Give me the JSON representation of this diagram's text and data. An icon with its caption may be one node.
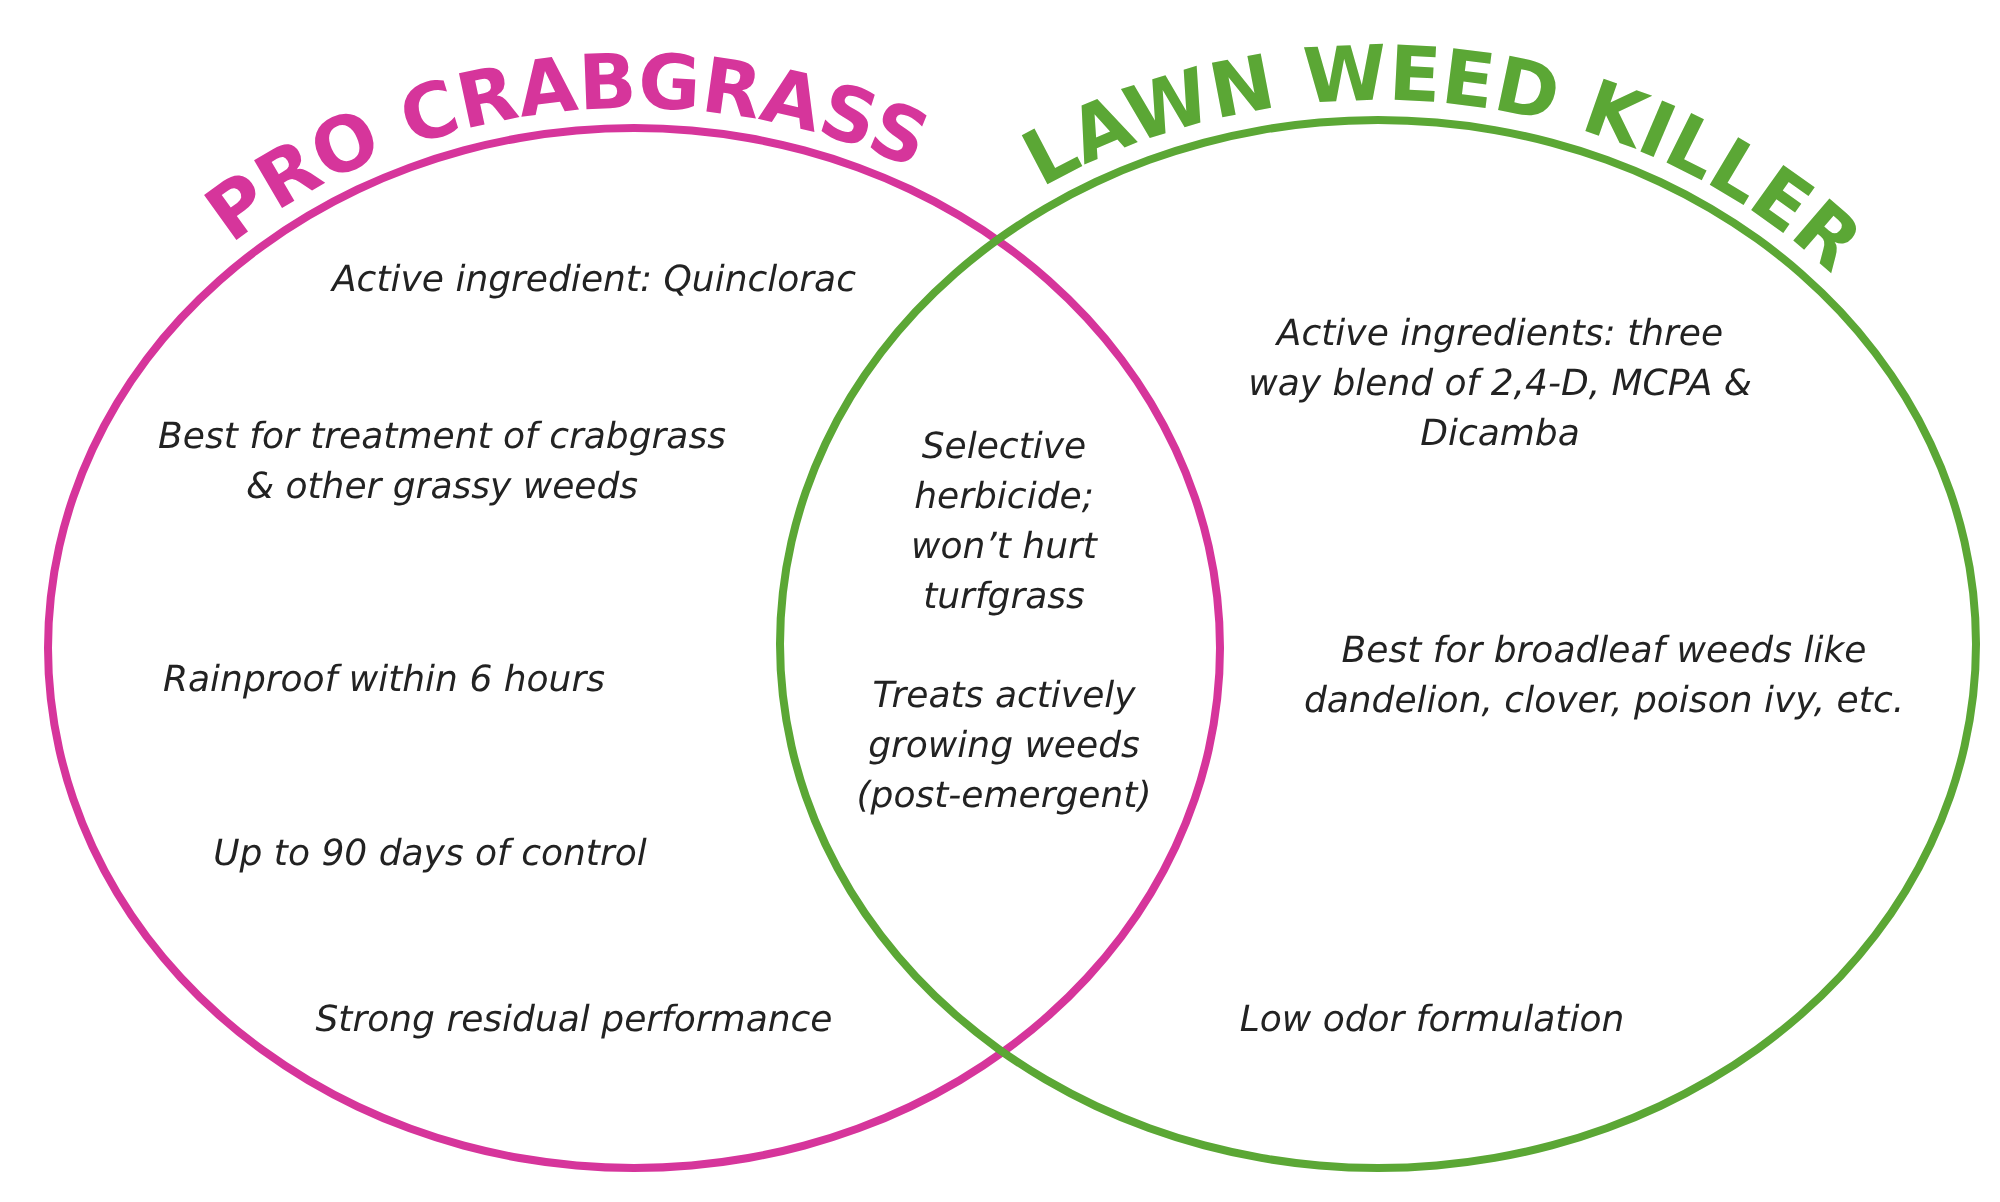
{
  "diagram": {
    "nodes": [
      {
        "text": [
          "PRO CRABGRASS",
          "Active ingredient: Quinclorac",
          "Best for treatment of crabgrass & other grassy weeds",
          "Rainproof within 6 hours",
          "Up to 90 days of control",
          "Strong residual performance"
        ]
      },
      {
        "text": [
          "LAWN WEED KILLER",
          "Active ingredients: three way blend of 2,4-D, MCPA & Dicamba",
          "Best for broadleaf weeds like dandelion, clover, poison ivy, etc.",
          "Low odor formulation"
        ]
      }
    ],
    "labels": [
      "Selective herbicide; won’t hurt turfgrass",
      "Treats actively growing weeds (post-emergent)"
    ]
  }
}
